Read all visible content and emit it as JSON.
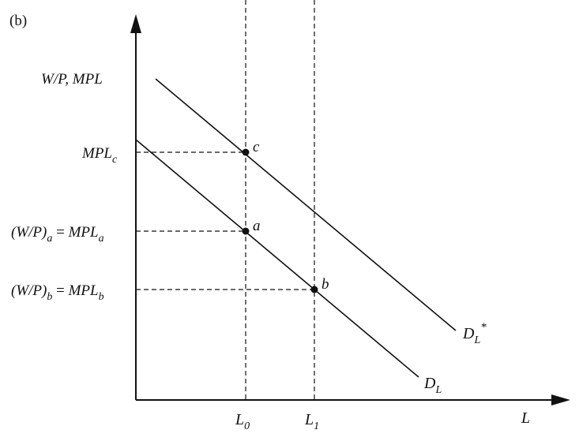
{
  "panel_label": "(b)",
  "y_axis_label": "W/P, MPL",
  "x_axis_label": "L",
  "y_ticks": [
    {
      "id": "mplc",
      "pre": "",
      "label": "MPL",
      "sub": "c",
      "mid": "",
      "label2": "",
      "sub2": ""
    },
    {
      "id": "wpa",
      "pre": "(W/P)",
      "sub": "a",
      "mid": " = ",
      "label": "",
      "label2": "MPL",
      "sub2": "a"
    },
    {
      "id": "wpb",
      "pre": "(W/P)",
      "sub": "b",
      "mid": " = ",
      "label": "",
      "label2": "MPL",
      "sub2": "b"
    }
  ],
  "x_ticks": [
    {
      "id": "l0",
      "label": "L",
      "sub": "0"
    },
    {
      "id": "l1",
      "label": "L",
      "sub": "1"
    }
  ],
  "curves": [
    {
      "id": "dl",
      "label": "D",
      "sub": "L",
      "sup": ""
    },
    {
      "id": "dlstar",
      "label": "D",
      "sub": "L",
      "sup": "*"
    }
  ],
  "points": [
    {
      "id": "a",
      "label": "a"
    },
    {
      "id": "b",
      "label": "b"
    },
    {
      "id": "c",
      "label": "c"
    }
  ]
}
